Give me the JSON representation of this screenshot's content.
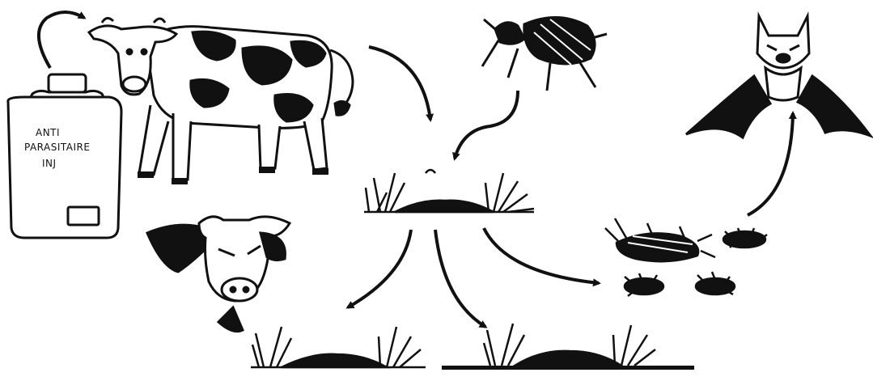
{
  "bottle": {
    "label_line1": "ANTI",
    "label_line2": "PARASITAIRE",
    "label_line3": "INJ"
  },
  "colors": {
    "ink": "#111111",
    "paper": "#ffffff"
  },
  "icons": [
    "antiparasitic-bottle-icon",
    "cow-icon",
    "sick-cow-icon",
    "dung-beetle-icon",
    "dung-pat-icon",
    "dead-beetles-icon",
    "bat-icon",
    "flow-arrow-icon"
  ]
}
